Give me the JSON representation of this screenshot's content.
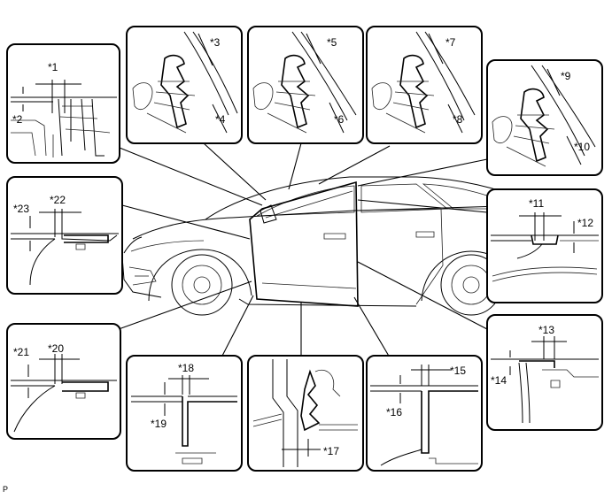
{
  "labels": {
    "l1": "*1",
    "l2": "*2",
    "l3": "*3",
    "l4": "*4",
    "l5": "*5",
    "l6": "*6",
    "l7": "*7",
    "l8": "*8",
    "l9": "*9",
    "l10": "*10",
    "l11": "*11",
    "l12": "*12",
    "l13": "*13",
    "l14": "*14",
    "l15": "*15",
    "l16": "*16",
    "l17": "*17",
    "l18": "*18",
    "l19": "*19",
    "l20": "*20",
    "l21": "*21",
    "l22": "*22",
    "l23": "*23"
  },
  "corner_mark": "P"
}
